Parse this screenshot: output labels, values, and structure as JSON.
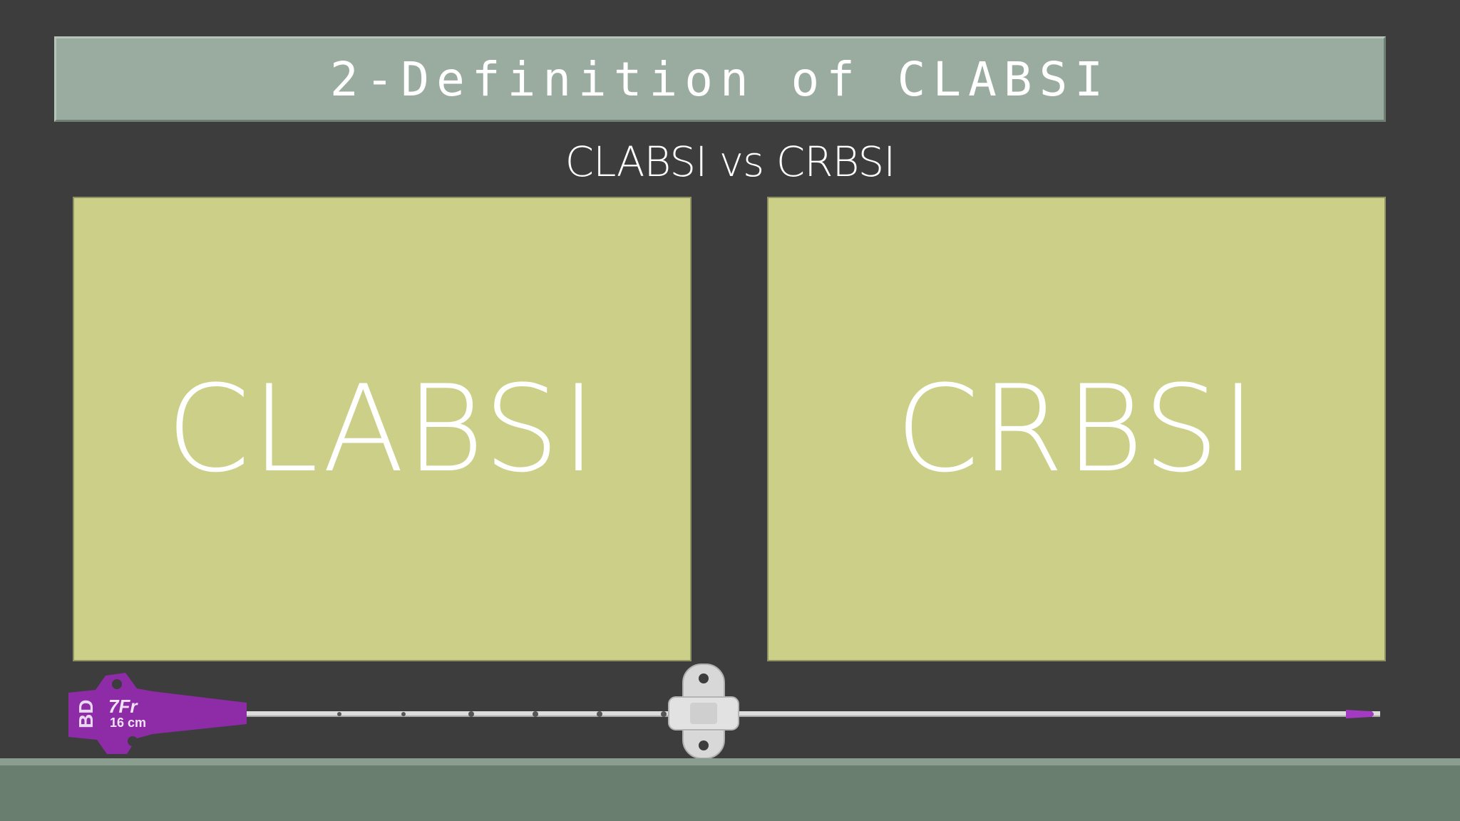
{
  "slide": {
    "title": "2-Definition of CLABSI",
    "subtitle": "CLABSI vs CRBSI",
    "panels": [
      {
        "label": "CLABSI"
      },
      {
        "label": "CRBSI"
      }
    ]
  },
  "catheter_image": {
    "brand_text": "BD",
    "size_text": "7Fr",
    "length_text": "16 cm"
  },
  "colors": {
    "background": "#3d3d3d",
    "title_bar": "#9aab9f",
    "panel": "#cccf88",
    "floor": "#6a7e70",
    "catheter_hub": "#8e2ca8"
  }
}
